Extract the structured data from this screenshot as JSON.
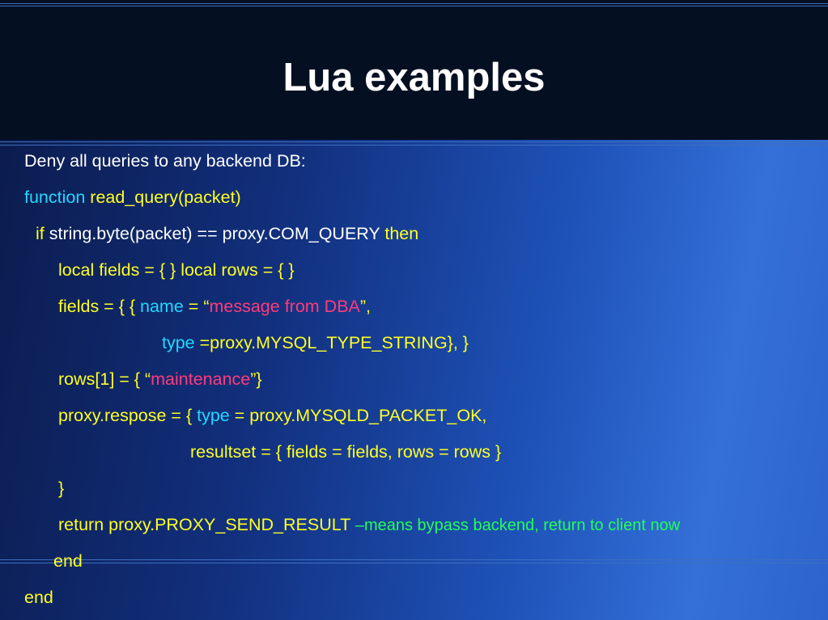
{
  "slide": {
    "title": "Lua examples",
    "intro": "Deny all queries to any backend DB:",
    "code": {
      "l1": {
        "kw": "function",
        "rest": " read_query(packet)"
      },
      "l2": {
        "kw_if": "if",
        "mid": " string.byte(packet) == proxy.COM_QUERY ",
        "kw_then": "then"
      },
      "l3": {
        "text": "local fields = { } local rows = { }"
      },
      "l4": {
        "a": "fields = { { ",
        "name": "name",
        "b": " = “",
        "str": "message from DBA",
        "c": "”,"
      },
      "l5": {
        "type": "type",
        "b": " =proxy.MYSQL_TYPE_STRING}, }"
      },
      "l6": {
        "a": "rows[1] = { “",
        "str": "maintenance",
        "c": "”}"
      },
      "l7": {
        "a": "proxy.respose = { ",
        "type": "type",
        "b": " = proxy.MYSQLD_PACKET_OK,"
      },
      "l8": {
        "text": "resultset = { fields = fields, rows = rows }"
      },
      "l9": {
        "text": "}"
      },
      "l10": {
        "a": "return proxy.PROXY_SEND_RESULT ",
        "comment": "–means bypass backend, return to client now"
      },
      "l11": {
        "text": "end"
      },
      "l12": {
        "text": "end"
      }
    }
  }
}
